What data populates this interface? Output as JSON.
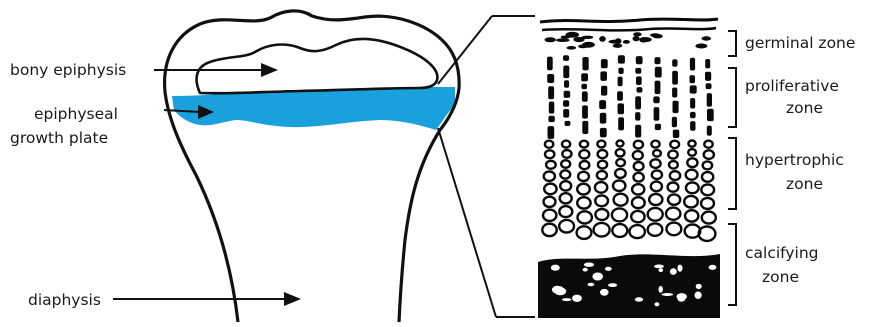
{
  "colors": {
    "growth_plate": "#1aa0dc",
    "outline": "#111111",
    "ink": "#0a0a0a"
  },
  "labels": {
    "bony_epiphysis": "bony epiphysis",
    "growth_plate_line1": "epiphyseal",
    "growth_plate_line2": "growth plate",
    "diaphysis": "diaphysis"
  },
  "zones": {
    "germinal": "germinal zone",
    "proliferative_line1": "proliferative",
    "proliferative_line2": "zone",
    "hypertrophic_line1": "hypertrophic",
    "hypertrophic_line2": "zone",
    "calcifying_line1": "calcifying",
    "calcifying_line2": "zone"
  }
}
